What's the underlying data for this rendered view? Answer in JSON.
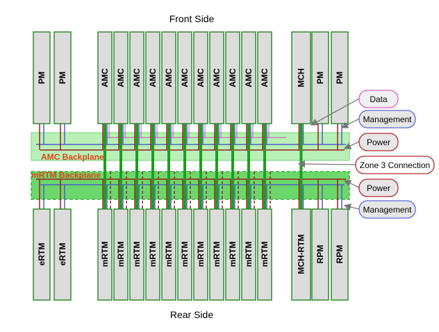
{
  "front_label": "Front Side",
  "rear_label": "Rear Side",
  "front_cards": [
    "PM",
    "PM",
    "AMC",
    "AMC",
    "AMC",
    "AMC",
    "AMC",
    "AMC",
    "AMC",
    "AMC",
    "AMC",
    "AMC",
    "AMC",
    "MCH",
    "PM",
    "PM"
  ],
  "rear_cards": [
    "eRTM",
    "eRTM",
    "mRTM",
    "mRTM",
    "mRTM",
    "mRTM",
    "mRTM",
    "mRTM",
    "mRTM",
    "mRTM",
    "mRTM",
    "mRTM",
    "mRTM",
    "MCH-RTM",
    "RPM",
    "RPM"
  ],
  "amc_backplane_label": "AMC Backplane",
  "mrtm_backplane_label": "mRTM Backplane",
  "legend": [
    {
      "label": "Data",
      "color": "#e060c0",
      "fill": "#f0f0f0"
    },
    {
      "label": "Management",
      "color": "#5a6ad8",
      "fill": "#e6e6e6"
    },
    {
      "label": "Power",
      "color": "#b52a2a",
      "fill": "#e6e6e6"
    },
    {
      "label": "Zone 3 Connection",
      "color": "#b52a2a",
      "fill": "#ffffff"
    },
    {
      "label": "Power",
      "color": "#b52a2a",
      "fill": "#e6e6e6"
    },
    {
      "label": "Management",
      "color": "#5a6ad8",
      "fill": "#e6e6e6"
    }
  ],
  "colors": {
    "card_fill": "#dcdcdc",
    "card_border": "#2e8b2e",
    "backplane_fill": "#b8f0b8",
    "mrtm_fill": "#6cd86c",
    "power": "#a11c1c",
    "management": "#4a60c8",
    "data": "#d050b0",
    "zone3": "#1f9e1f"
  }
}
